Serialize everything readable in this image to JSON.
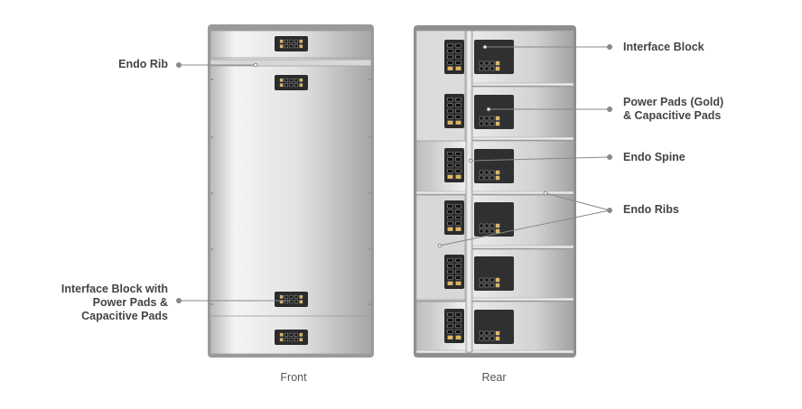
{
  "captions": {
    "front": "Front",
    "rear": "Rear"
  },
  "labels": {
    "endo_rib": "Endo Rib",
    "interface_block_front": [
      "Interface Block with",
      "Power Pads &",
      "Capacitive Pads"
    ],
    "interface_block": "Interface Block",
    "power_pads": [
      "Power Pads (Gold)",
      "& Capacitive Pads"
    ],
    "endo_spine": "Endo Spine",
    "endo_ribs": "Endo Ribs"
  },
  "colors": {
    "module_light": "#f2f2f2",
    "module_mid": "#d6d6d6",
    "module_dark": "#a8a8a8",
    "chip_body": "#2b2b2b",
    "gold_pad": "#e2b552",
    "leader_line": "#888888"
  }
}
